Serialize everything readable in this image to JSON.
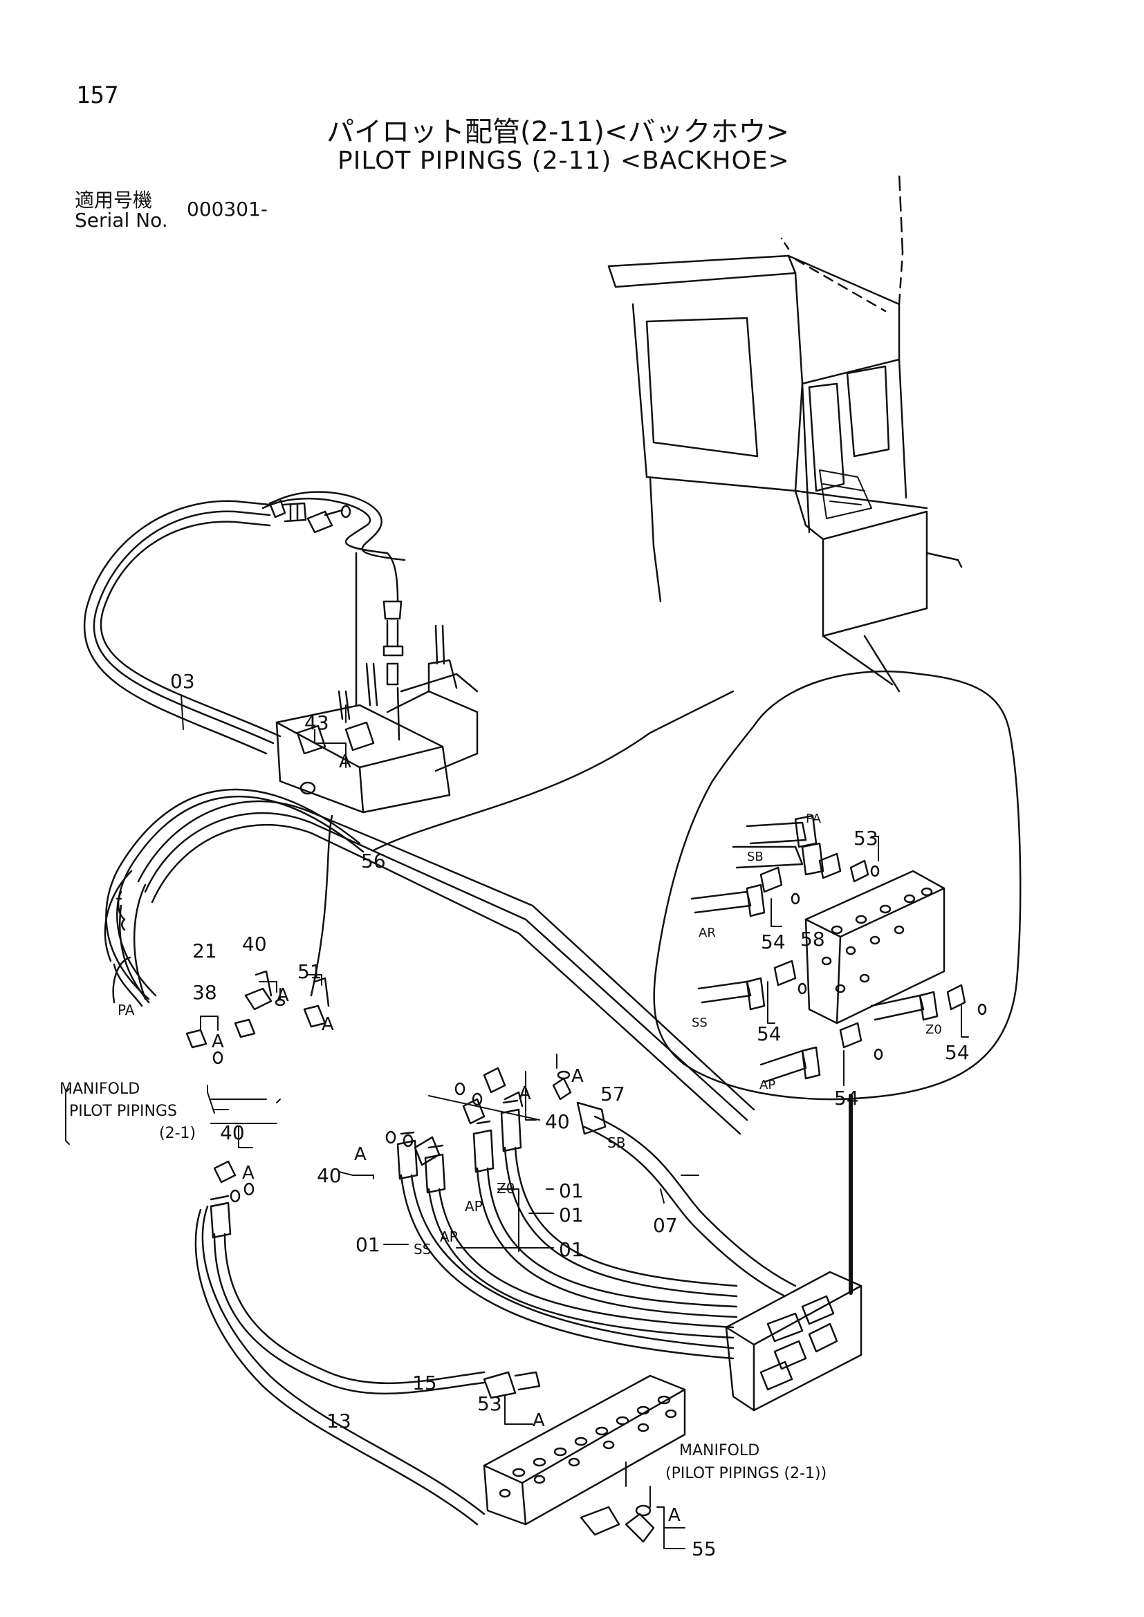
{
  "header": {
    "page_number": "157",
    "title_jp": "パイロット配管(2-11)<バックホウ>",
    "title_en": "PILOT PIPINGS (2-11) <BACKHOE>",
    "serial_label_jp": "適用号機",
    "serial_label_en": "Serial No.",
    "serial_value": "000301-"
  },
  "callouts": {
    "c03": "03",
    "c43": "43",
    "c56": "56",
    "c21": "21",
    "c40a": "40",
    "c51": "51",
    "c38": "38",
    "c40b": "40",
    "c40c": "40",
    "c40d": "40",
    "c57": "57",
    "c01a": "01",
    "c01b": "01",
    "c01c": "01",
    "c01d": "01",
    "c07": "07",
    "c15": "15",
    "c13": "13",
    "c53a": "53",
    "c55": "55",
    "c53b": "53",
    "c58": "58",
    "c54a": "54",
    "c54b": "54",
    "c54c": "54",
    "c54d": "54"
  },
  "port_labels": {
    "pa": "PA",
    "sb": "SB",
    "ss": "SS",
    "ar": "AR",
    "ap": "AP",
    "z0": "Z0",
    "a": "A"
  },
  "inset_port_labels": {
    "pa": "PA",
    "sb": "SB",
    "ar": "AR",
    "ss": "SS",
    "z0": "Z0",
    "ap": "AP"
  },
  "notes": {
    "manifold_left_1": "MANIFOLD",
    "manifold_left_2": "PILOT PIPINGS",
    "manifold_left_3": "(2-1)",
    "manifold_bottom_1": "MANIFOLD",
    "manifold_bottom_2": "(PILOT PIPINGS (2-1))"
  }
}
